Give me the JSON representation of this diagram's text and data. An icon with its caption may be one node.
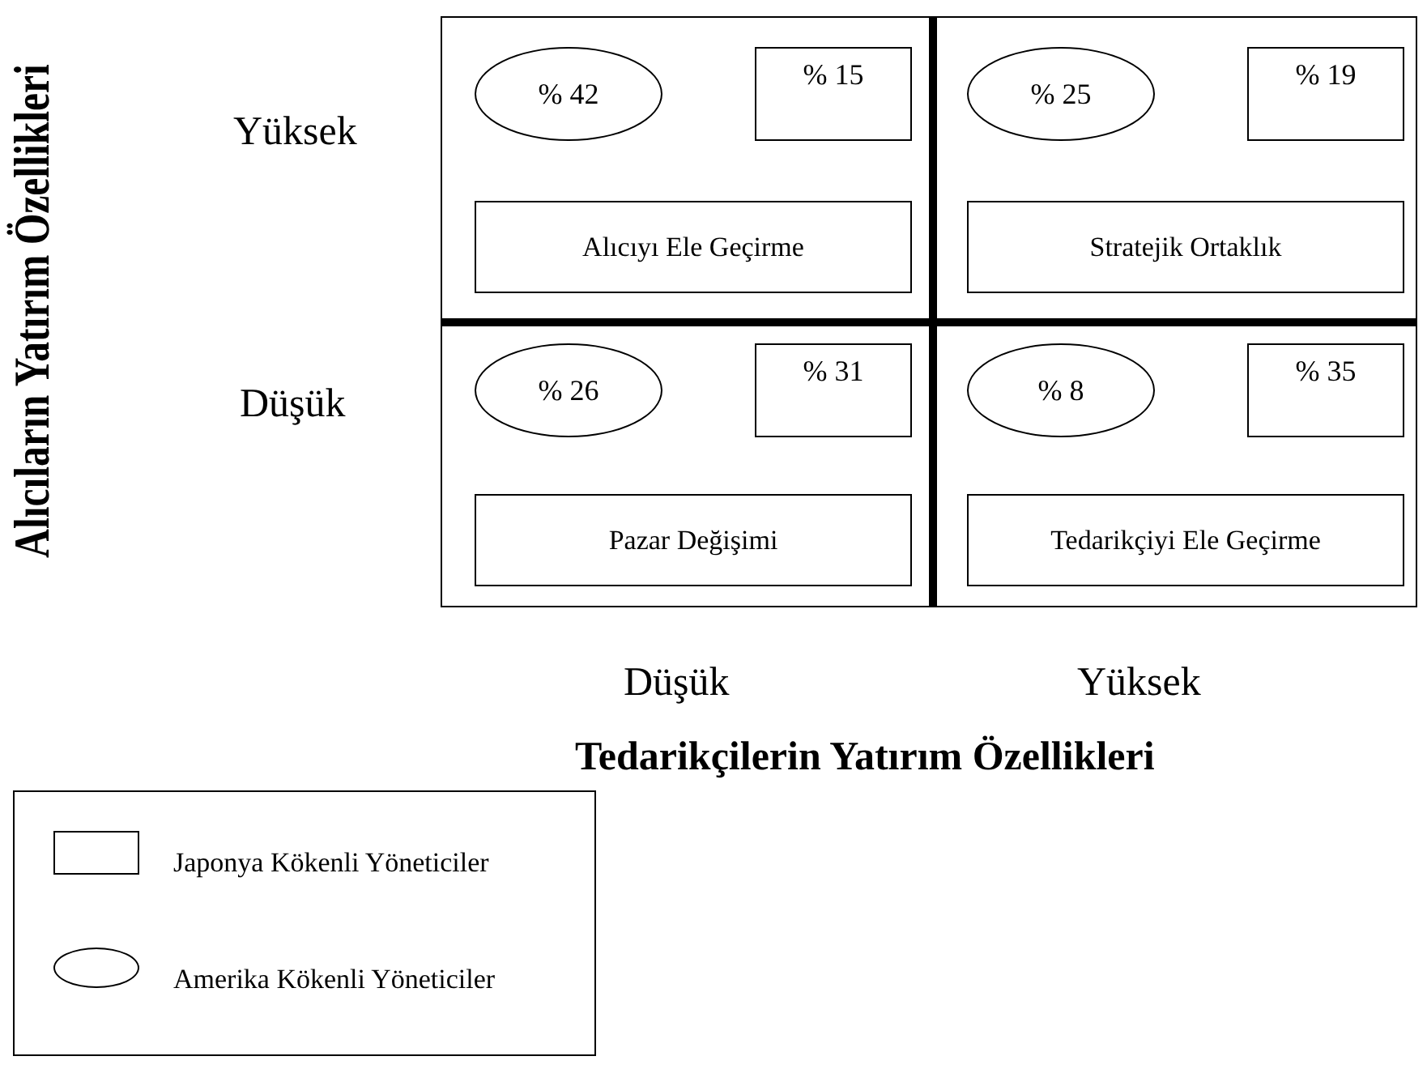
{
  "diagram": {
    "nodes": [
      {
        "text": [],
        "shape": "box"
      },
      {
        "text": [
          "% 42"
        ],
        "in": 0
      },
      {
        "text": [
          "% 15"
        ],
        "in": 0
      },
      {
        "text": [
          "Alıcıyı Ele Geçirme"
        ],
        "in": 0
      },
      {
        "text": [],
        "shape": "box"
      },
      {
        "text": [
          "% 25"
        ],
        "in": 4
      },
      {
        "text": [
          "% 19"
        ],
        "in": 4
      },
      {
        "text": [
          "Stratejik Ortaklık"
        ],
        "in": 4
      },
      {
        "text": [],
        "shape": "box"
      },
      {
        "text": [
          "% 26"
        ],
        "in": 8
      },
      {
        "text": [
          "% 31"
        ],
        "in": 8
      },
      {
        "text": [
          "Pazar Değişimi"
        ],
        "in": 8
      },
      {
        "text": [],
        "shape": "box"
      },
      {
        "text": [
          "% 8"
        ],
        "in": 12
      },
      {
        "text": [
          "% 35"
        ],
        "in": 12
      },
      {
        "text": [
          "Tedarikçiyi Ele Geçirme"
        ],
        "in": 12
      }
    ],
    "labels": [
      "Alıcıların Yatırım Özellikleri",
      "Yüksek",
      "Düşük",
      "Düşük",
      "Yüksek",
      "Tedarikçilerin Yatırım Özellikleri"
    ],
    "legend": [
      {
        "text": "Japonya Kökenli Yöneticiler"
      },
      {
        "text": "Amerika Kökenli Yöneticiler"
      }
    ]
  }
}
